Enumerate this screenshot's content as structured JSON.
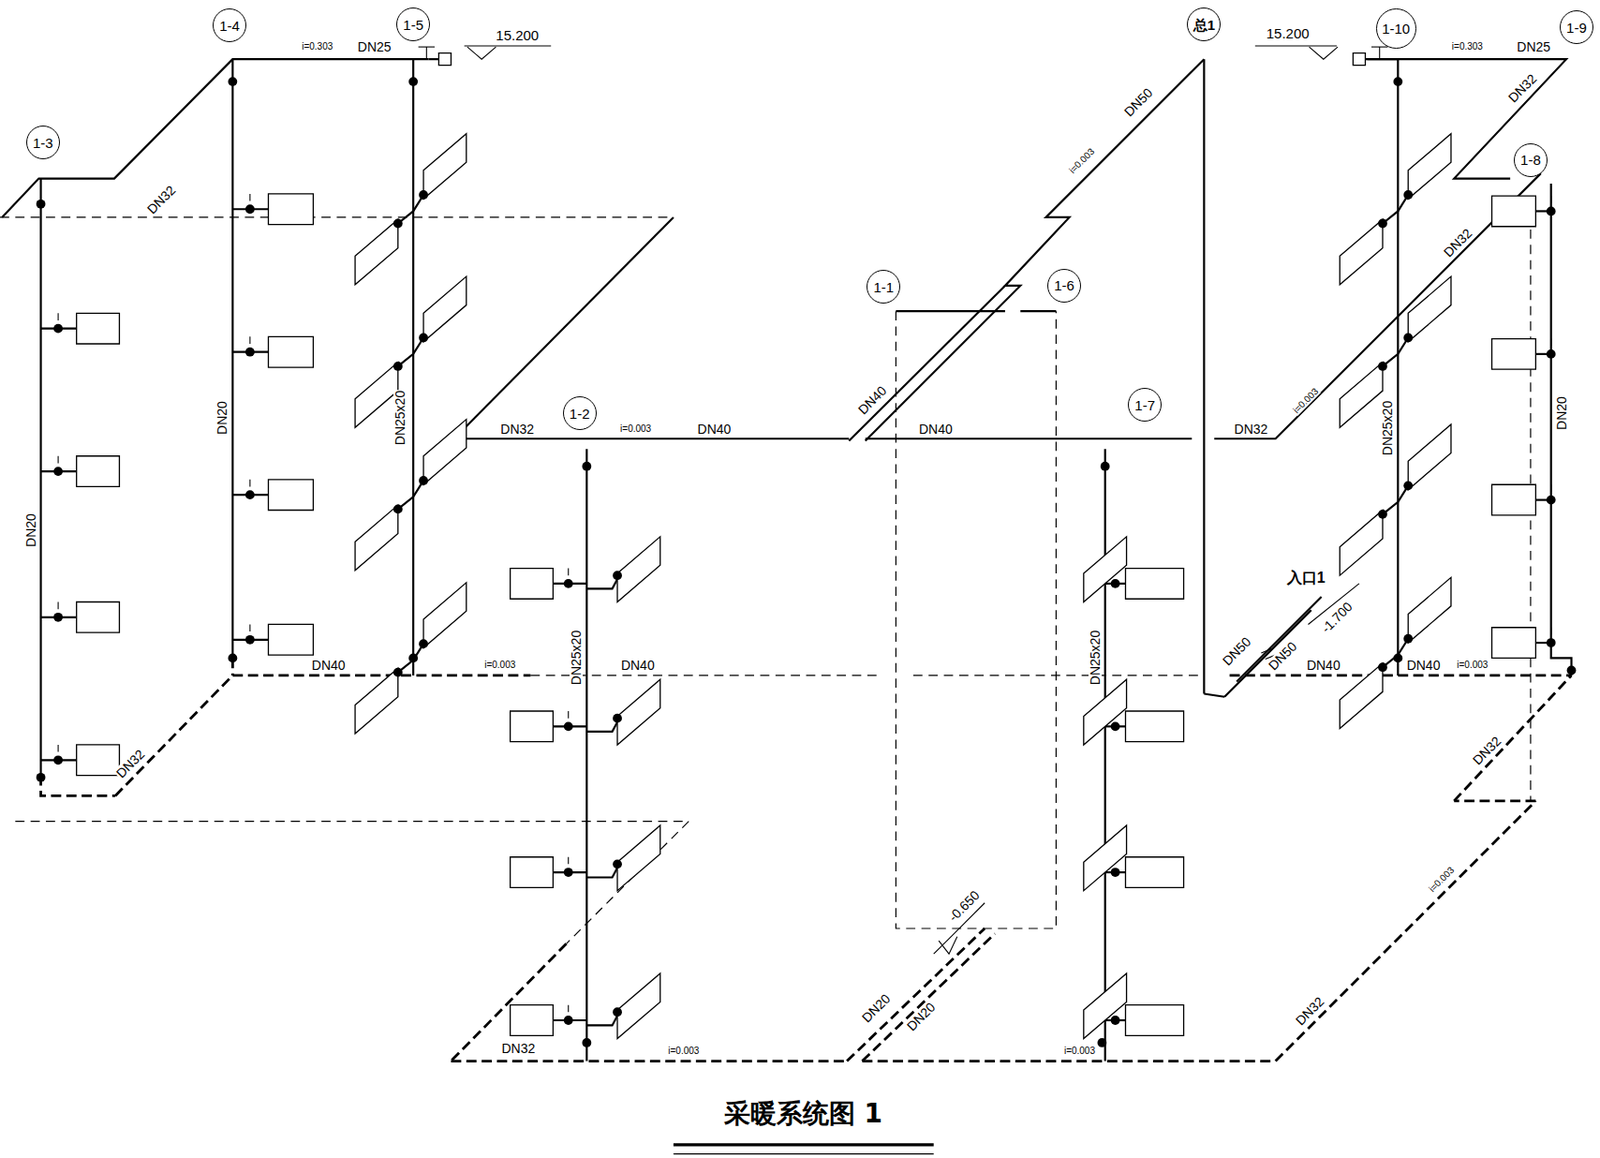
{
  "diagram": {
    "title": "采暖系统图 1",
    "nodes": [
      {
        "text": [
          "1-4"
        ]
      },
      {
        "text": [
          "1-5"
        ]
      },
      {
        "text": [
          "总1"
        ]
      },
      {
        "text": [
          "1-10"
        ]
      },
      {
        "text": [
          "1-9"
        ]
      },
      {
        "text": [
          "1-3"
        ]
      },
      {
        "text": [
          "1-8"
        ]
      },
      {
        "text": [
          "1-1"
        ]
      },
      {
        "text": [
          "1-6"
        ]
      },
      {
        "text": [
          "1-7"
        ]
      },
      {
        "text": [
          "1-2"
        ]
      }
    ],
    "labels": [
      "i=0.303",
      "DN25",
      "15.200",
      "DN32",
      "DN20",
      "DN25x20",
      "DN20",
      "DN32",
      "i=0.003",
      "DN40",
      "DN40",
      "DN40",
      "DN50",
      "i=0.003",
      "15.200",
      "i=0.303",
      "DN25",
      "DN32",
      "DN32",
      "DN25x20",
      "DN20",
      "DN32",
      "i=0.003",
      "入口1",
      "DN50",
      "DN50",
      "-1.700",
      "DN40",
      "DN40",
      "i=0.003",
      "DN40",
      "i=0.003",
      "DN25x20",
      "DN40",
      "DN25x20",
      "DN32",
      "DN32",
      "-0.650",
      "DN20",
      "DN20",
      "i=0.003",
      "DN32",
      "DN32",
      "i=0.003",
      "i=0.003"
    ]
  }
}
